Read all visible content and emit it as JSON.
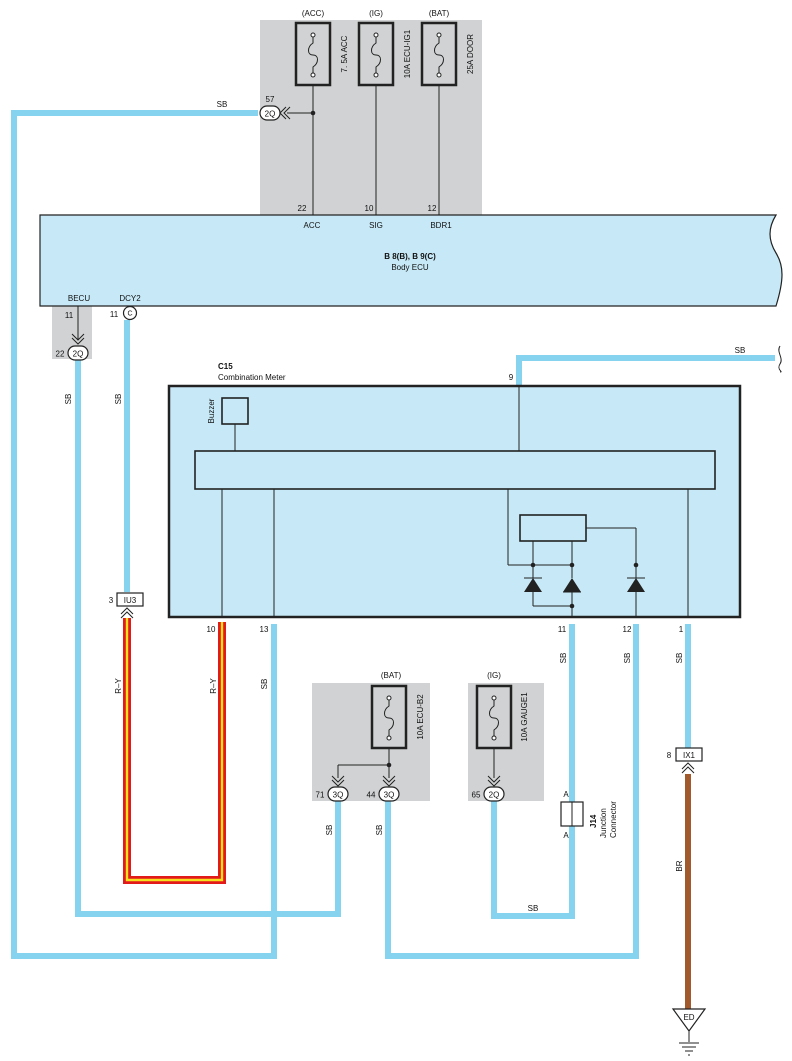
{
  "fuses": {
    "acc": {
      "supply": "(ACC)",
      "name": "7. 5A ACC"
    },
    "ig1": {
      "supply": "(IG)",
      "name": "10A ECU-IG1"
    },
    "door": {
      "supply": "(BAT)",
      "name": "25A DOOR"
    },
    "ecub2": {
      "supply": "(BAT)",
      "name": "10A ECU-B2"
    },
    "gauge": {
      "supply": "(IG)",
      "name": "10A GAUGE1"
    }
  },
  "body_ecu": {
    "part": "B 8(B), B 9(C)",
    "name": "Body ECU",
    "pins": {
      "acc": {
        "num": "22",
        "label": "ACC"
      },
      "sig": {
        "num": "10",
        "label": "SIG"
      },
      "bdr1": {
        "num": "12",
        "label": "BDR1"
      },
      "becu": {
        "num": "11",
        "label": "BECU"
      },
      "dcy2": {
        "num": "11",
        "label": "DCY2",
        "conn": "C"
      }
    }
  },
  "meter": {
    "part": "C15",
    "name": "Combination Meter",
    "buzzer": "Buzzer",
    "pins": {
      "p9": "9",
      "p10": "10",
      "p13": "13",
      "p11": "11",
      "p12": "12",
      "p1": "1"
    }
  },
  "connectors": {
    "c57": {
      "pin": "57",
      "id": "2Q"
    },
    "c22": {
      "pin": "22",
      "id": "2Q"
    },
    "iu3": {
      "pin": "3",
      "id": "IU3"
    },
    "c71": {
      "pin": "71",
      "id": "3Q"
    },
    "c44": {
      "pin": "44",
      "id": "3Q"
    },
    "c65": {
      "pin": "65",
      "id": "2Q"
    },
    "ix1": {
      "pin": "8",
      "id": "IX1"
    }
  },
  "junction": {
    "id": "J14",
    "name": "Junction",
    "name2": "Connector",
    "pin_top": "A",
    "pin_bottom": "A"
  },
  "ground": {
    "id": "ED"
  },
  "wires": {
    "sb": "SB",
    "ry": "R–Y",
    "br": "BR"
  },
  "colors": {
    "sb": "#86d3f0",
    "ry_outer": "#e21a1a",
    "ry_inner": "#f4e21e",
    "br": "#a05a2c",
    "panel": "#d0d2d3",
    "component": "#c7e9f7"
  }
}
